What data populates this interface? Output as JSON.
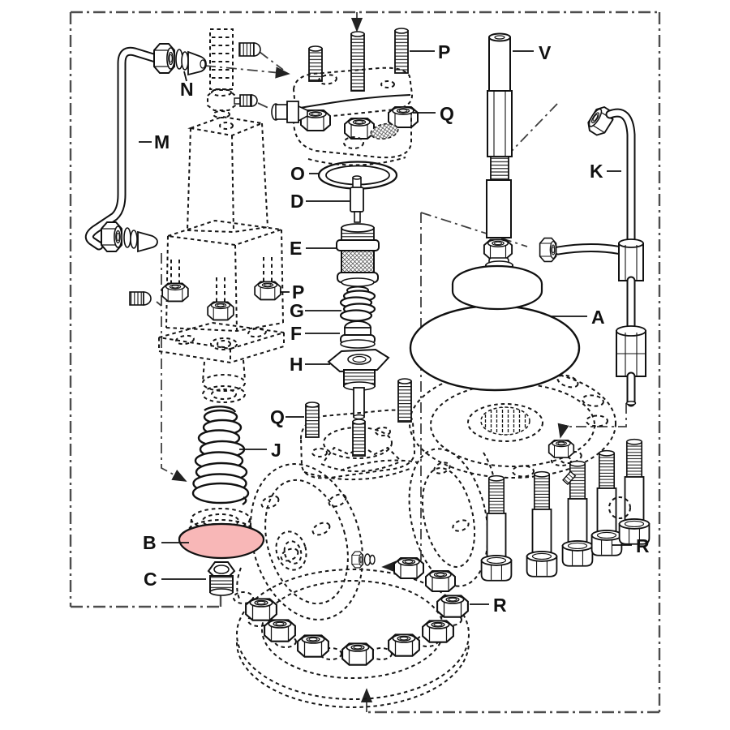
{
  "title": "Exploded parts diagram of pilot-operated valve assembly",
  "diagram": {
    "background": "#ffffff",
    "line_color": "#1a1a1a",
    "frame_color": "#4d4d4d",
    "highlight_color": "#f8b7b7",
    "highlighted_part_label": "B",
    "labels": {
      "n": {
        "text": "N",
        "part": "tube-end-fitting"
      },
      "m": {
        "text": "M",
        "part": "pilot-supply-tube"
      },
      "p_top": {
        "text": "P",
        "part": "stud-top-plate"
      },
      "q_top": {
        "text": "Q",
        "part": "nut-top-plate"
      },
      "v": {
        "text": "V",
        "part": "stem-rod"
      },
      "k": {
        "text": "K",
        "part": "external-pipe"
      },
      "o": {
        "text": "O",
        "part": "o-ring"
      },
      "d": {
        "text": "D",
        "part": "stem"
      },
      "e": {
        "text": "E",
        "part": "cage-screen"
      },
      "p_mid": {
        "text": "P",
        "part": "nut-pilot-body"
      },
      "g": {
        "text": "G",
        "part": "spring-small"
      },
      "f": {
        "text": "F",
        "part": "plug-cup"
      },
      "h": {
        "text": "H",
        "part": "hex-bushing"
      },
      "a": {
        "text": "A",
        "part": "diaphragm"
      },
      "q_mid": {
        "text": "Q",
        "part": "stud-pilot-plate"
      },
      "j": {
        "text": "J",
        "part": "conical-spring"
      },
      "b": {
        "text": "B",
        "part": "highlighted-diaphragm-plate"
      },
      "c": {
        "text": "C",
        "part": "hex-plug"
      },
      "r_nuts": {
        "text": "R",
        "part": "flange-nuts"
      },
      "r_bolts": {
        "text": "R",
        "part": "flange-bolts"
      }
    }
  }
}
